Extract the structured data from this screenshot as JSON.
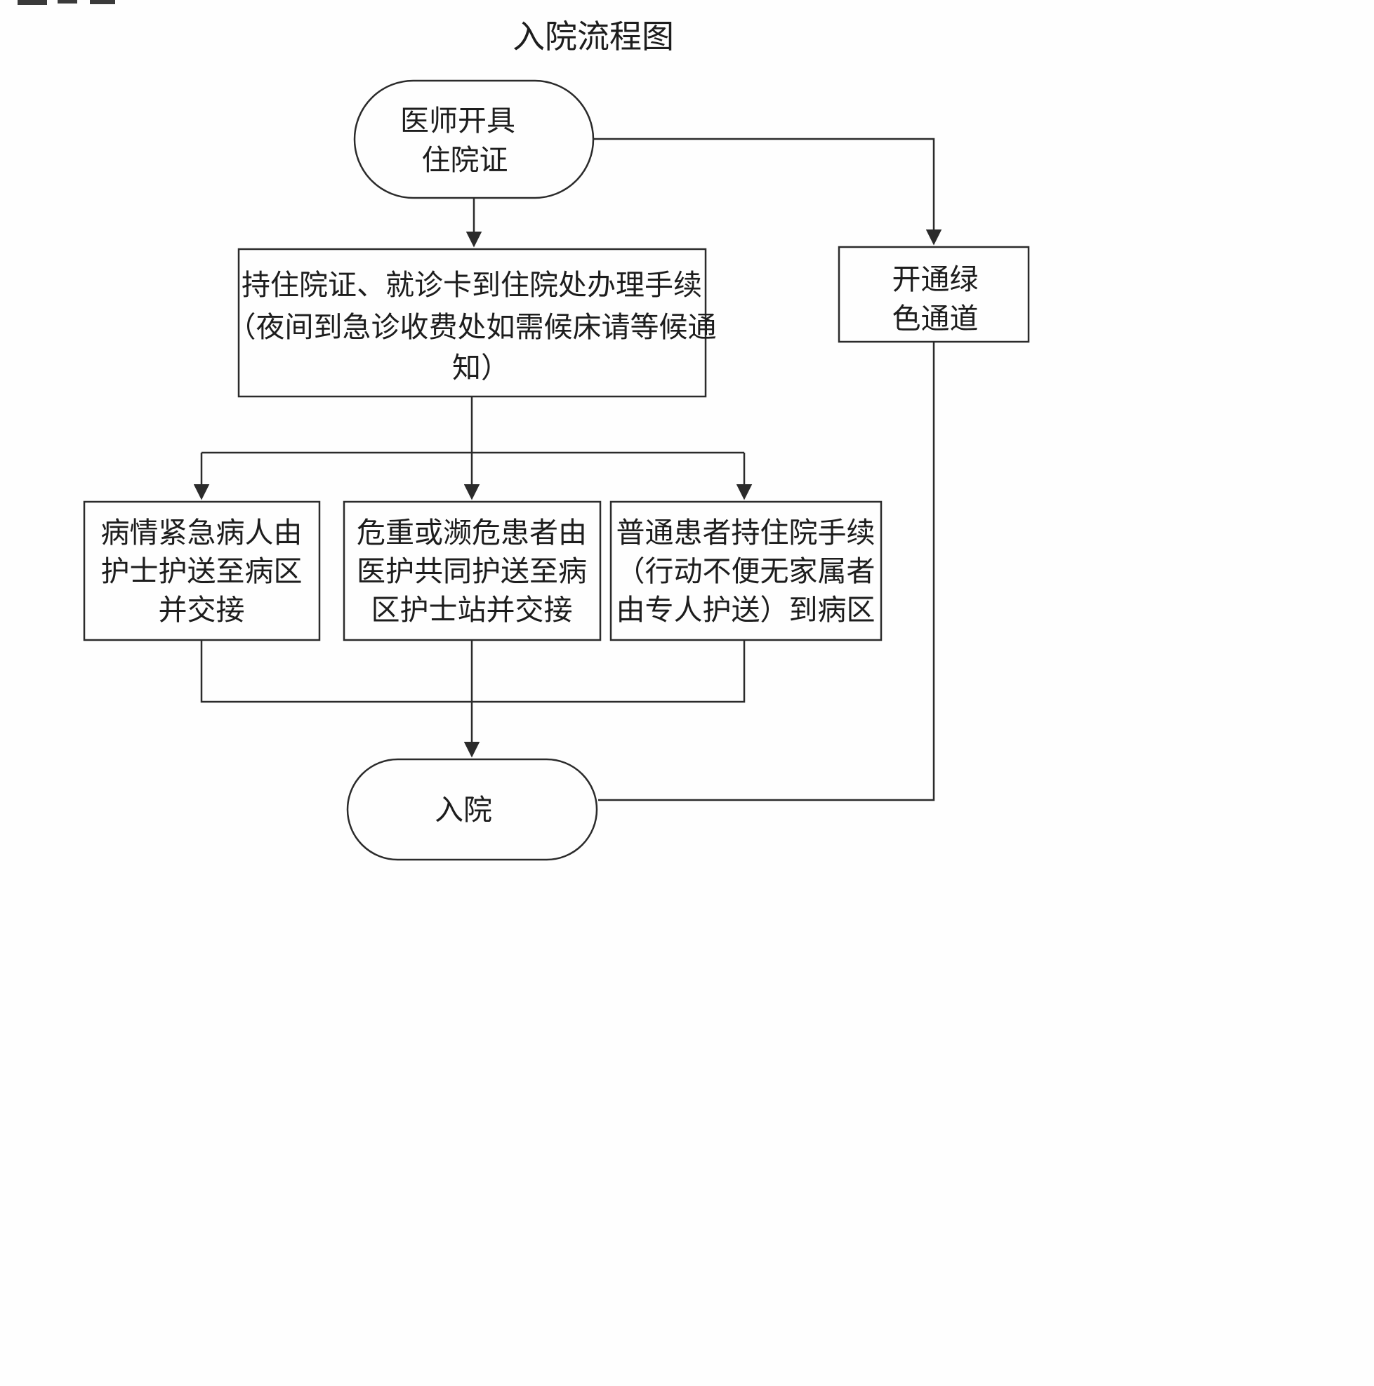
{
  "title": "入院流程图",
  "nodes": {
    "start": {
      "lines": [
        "医师开具",
        "住院证"
      ]
    },
    "process": {
      "lines": [
        "持住院证、就诊卡到住院处办理手续",
        "（夜间到急诊收费处如需候床请等候通",
        "知）"
      ]
    },
    "green_channel": {
      "lines": [
        "开通绿",
        "色通道"
      ]
    },
    "urgent": {
      "lines": [
        "病情紧急病人由",
        "护士护送至病区",
        "并交接"
      ]
    },
    "critical": {
      "lines": [
        "危重或濒危患者由",
        "医护共同护送至病",
        "区护士站并交接"
      ]
    },
    "ordinary": {
      "lines": [
        "普通患者持住院手续",
        "（行动不便无家属者",
        "由专人护送）到病区"
      ]
    },
    "end": {
      "lines": [
        "入院"
      ]
    }
  },
  "colors": {
    "stroke": "#2b2b2b",
    "background": "#fefefe",
    "text": "#1d1d1d"
  }
}
